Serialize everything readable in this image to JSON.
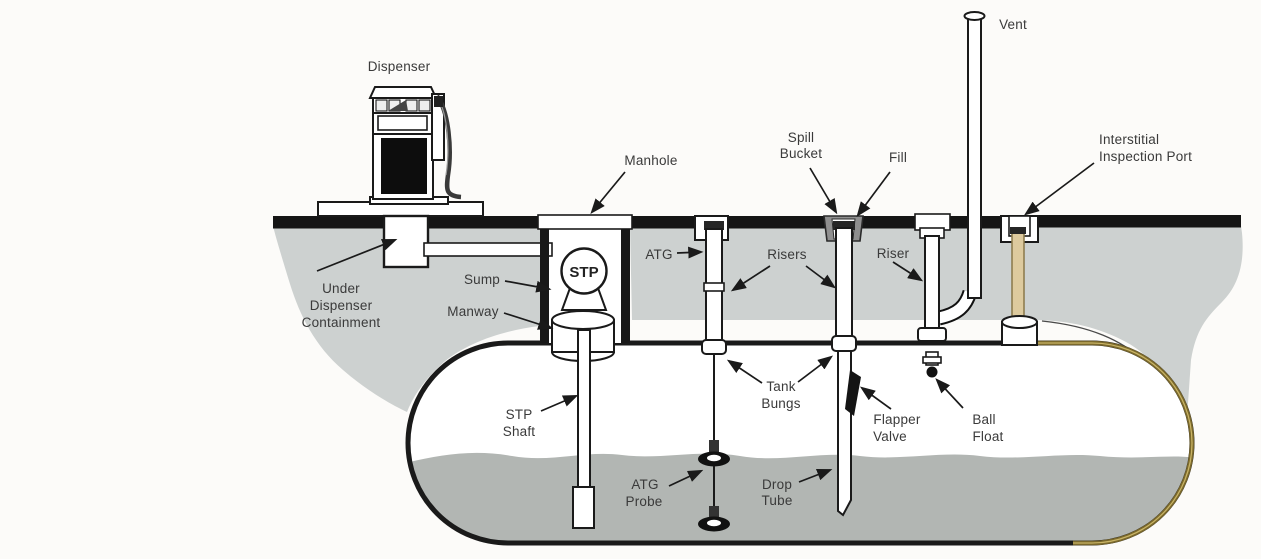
{
  "diagram": {
    "subject": "Underground storage tank (UST) system cross-section",
    "labels": {
      "dispenser": "Dispenser",
      "manhole": "Manhole",
      "vent": "Vent",
      "spill_bucket_1": "Spill",
      "spill_bucket_2": "Bucket",
      "fill": "Fill",
      "interstitial_1": "Interstitial",
      "interstitial_2": "Inspection Port",
      "atg": "ATG",
      "risers": "Risers",
      "riser": "Riser",
      "sump": "Sump",
      "manway": "Manway",
      "udc_1": "Under",
      "udc_2": "Dispenser",
      "udc_3": "Containment",
      "stp_pump": "STP",
      "stp_shaft_1": "STP",
      "stp_shaft_2": "Shaft",
      "tank_bungs_1": "Tank",
      "tank_bungs_2": "Bungs",
      "flapper_1": "Flapper",
      "flapper_2": "Valve",
      "ball_float_1": "Ball",
      "ball_float_2": "Float",
      "atg_probe_1": "ATG",
      "atg_probe_2": "Probe",
      "drop_tube_1": "Drop",
      "drop_tube_2": "Tube"
    },
    "colors": {
      "soil": "#cdd1d0",
      "liquid": "#b2b6b3",
      "outline": "#1a1a1a",
      "interstitial_line": "#7a682c",
      "interstitial_line_highlight": "#c9b465",
      "interstitial_tube": "#ddca9e",
      "label": "#3a3a3a"
    }
  }
}
